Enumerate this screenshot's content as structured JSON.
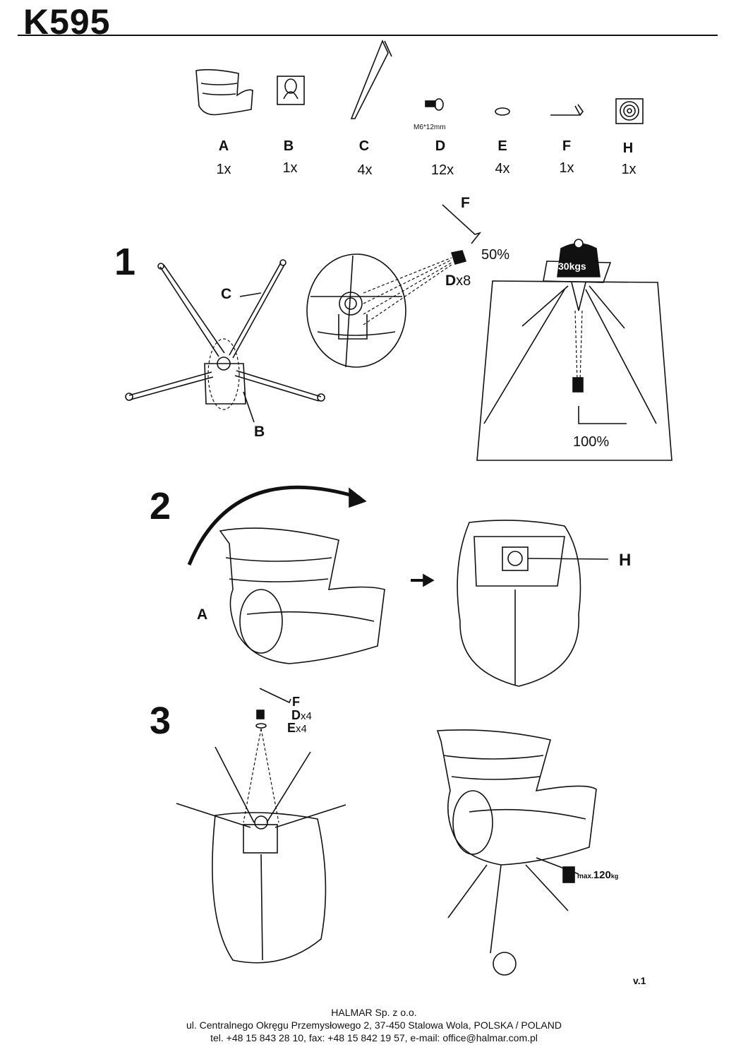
{
  "header": {
    "title": "K595"
  },
  "parts": [
    {
      "letter": "A",
      "count": "1x"
    },
    {
      "letter": "B",
      "count": "1x"
    },
    {
      "letter": "C",
      "count": "4x"
    },
    {
      "letter": "D",
      "count": "12x",
      "spec": "M6*12mm"
    },
    {
      "letter": "E",
      "count": "4x"
    },
    {
      "letter": "F",
      "count": "1x"
    },
    {
      "letter": "H",
      "count": "1x"
    }
  ],
  "step1": {
    "number": "1",
    "label_c": "C",
    "label_b": "B",
    "label_f": "F",
    "tighten_partial": "50%",
    "label_d": "D",
    "d_count": "x8",
    "weight": "30kgs",
    "tighten_full": "100%"
  },
  "step2": {
    "number": "2",
    "label_a": "A",
    "label_h": "H"
  },
  "step3": {
    "number": "3",
    "label_f": "F",
    "label_d": "D",
    "d_count": "x4",
    "label_e": "E",
    "e_count": "x4",
    "max_prefix": "max.",
    "max_value": "120",
    "max_unit": "kg"
  },
  "version": "v.1",
  "footer": {
    "company": "HALMAR Sp. z o.o.",
    "address": "ul. Centralnego Okręgu Przemysłowego 2, 37-450 Stalowa Wola, POLSKA / POLAND",
    "contact": "tel. +48 15 843 28 10, fax: +48 15 842 19 57, e-mail: office@halmar.com.pl"
  }
}
